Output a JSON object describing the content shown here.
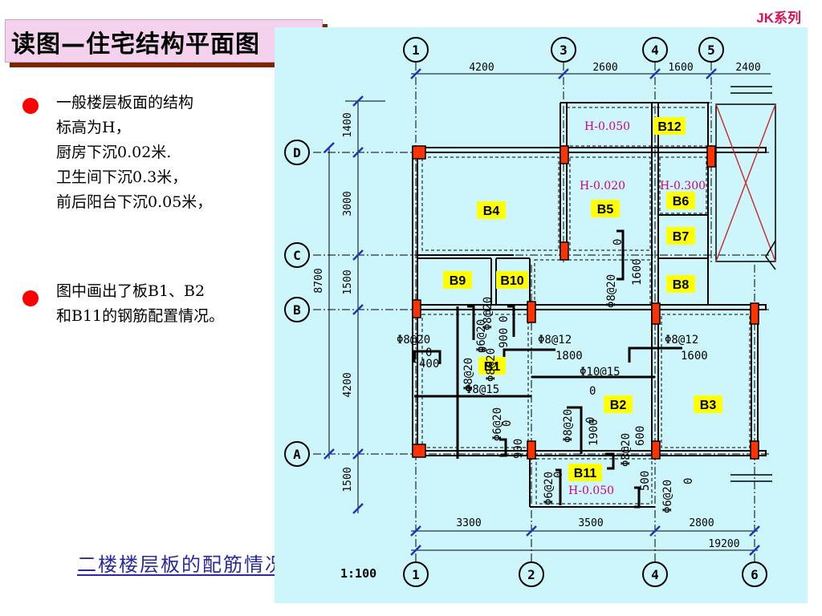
{
  "header": {
    "series_tag": "JK系列",
    "title": "读图—住宅结构平面图"
  },
  "notes": {
    "note1": [
      "一般楼层板面的结构",
      "标高为H，",
      "厨房下沉0.02米.",
      "卫生间下沉0.3米，",
      "前后阳台下沉0.05米，"
    ],
    "note2": [
      "图中画出了板B1、B2",
      "和B11的钢筋配置情况。"
    ]
  },
  "caption": "二楼楼层板的配筋情况",
  "scale": "1:100",
  "colors": {
    "panel": "#ccf6fc",
    "slab_label": "#ffff00",
    "column": "#ff3300",
    "accent": "#ff0000",
    "elevation": "#cc0088"
  },
  "plan": {
    "top_axes": [
      "1",
      "3",
      "4",
      "5"
    ],
    "bottom_axes": [
      "1",
      "2",
      "4",
      "6"
    ],
    "side_axes": [
      "D",
      "C",
      "B",
      "A"
    ],
    "top_dims": [
      "4200",
      "2600",
      "1600",
      "2400"
    ],
    "bottom_dims": [
      "3300",
      "3500",
      "2800"
    ],
    "total_width": "19200",
    "left_dims": [
      "1400",
      "3000",
      "1500",
      "4200",
      "1500"
    ],
    "total_depth": "8700",
    "slabs": [
      "B12",
      "B4",
      "B5",
      "B6",
      "B7",
      "B9",
      "B10",
      "B8",
      "B1",
      "B2",
      "B3",
      "B11"
    ],
    "elevations": [
      "H-0.050",
      "H-0.020",
      "H-0.300",
      "H-0.050"
    ],
    "rebar_labels": [
      "Φ8@20",
      "0",
      "Φ6@20",
      "900",
      "1600",
      "Φ8@20",
      "0",
      "Φ8@20",
      "0",
      "400",
      "Φ8@20",
      "0",
      "Φ8@12",
      "1800",
      "Φ8@12",
      "1600",
      "Φ10@15",
      "0",
      "Φ8@15",
      "Φ6@20",
      "0",
      "900",
      "Φ8@20",
      "0",
      "1900",
      "Φ8@20",
      "600",
      "Φ6@20",
      "0",
      "500",
      "Φ6@20",
      "0",
      "Φ8@20"
    ]
  }
}
